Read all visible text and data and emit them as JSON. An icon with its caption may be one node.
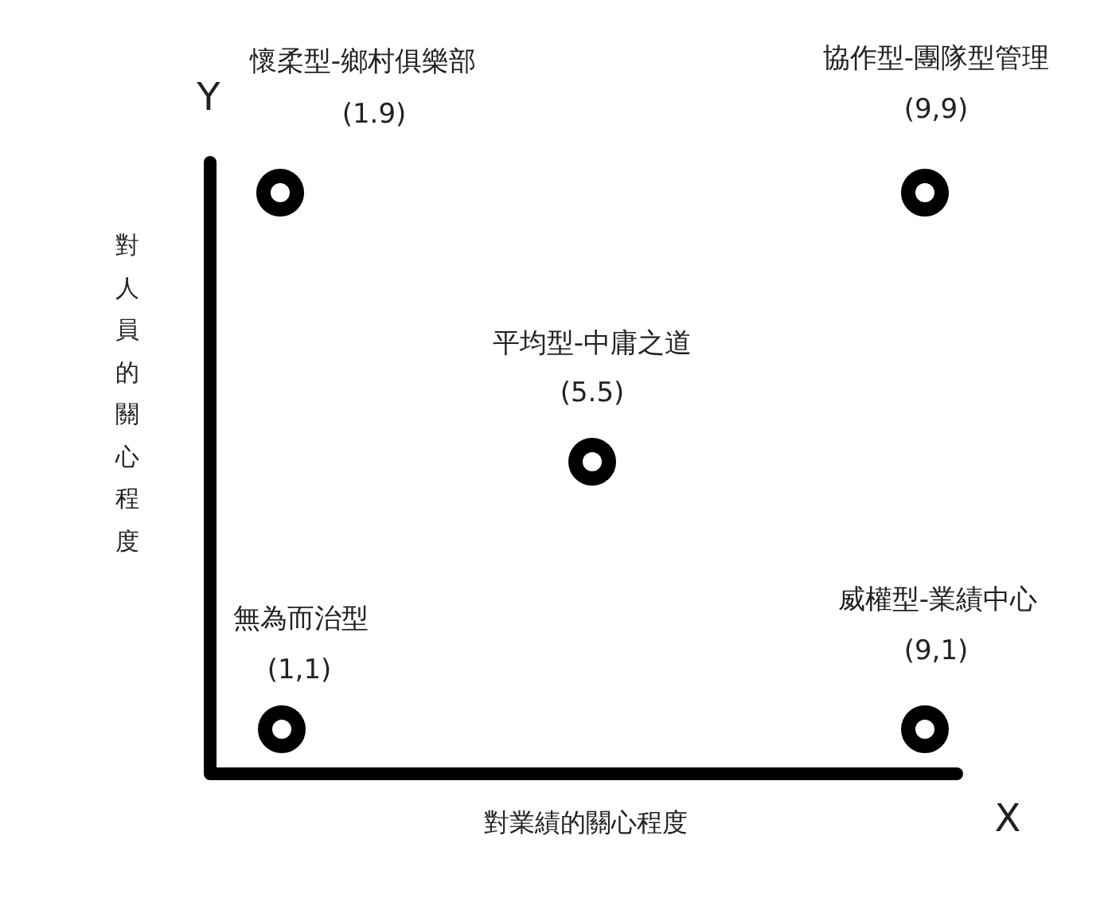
{
  "diagram": {
    "nodes": [
      {
        "text": [
          "懷柔型-鄉村俱樂部",
          "(1.9)"
        ]
      },
      {
        "text": [
          "協作型-團隊型管理",
          "(9,9)"
        ]
      },
      {
        "text": [
          "平均型-中庸之道",
          "(5.5)"
        ]
      },
      {
        "text": [
          "無為而治型",
          "(1,1)"
        ]
      },
      {
        "text": [
          "威權型-業績中心",
          "(9,1)"
        ]
      }
    ],
    "labels": [
      "Y",
      "對人員的關心程度",
      "對業績的關心程度",
      "X"
    ]
  }
}
